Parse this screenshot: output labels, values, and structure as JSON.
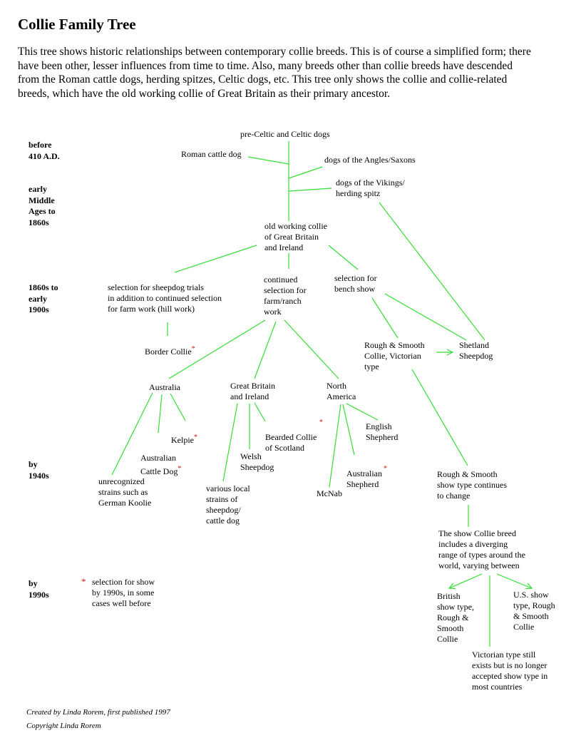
{
  "title": "Collie Family Tree",
  "intro": "This tree shows historic relationships between contemporary collie breeds. This is of course a simplified form; there have been other, lesser influences from time to time. Also, many breeds other than collie breeds have descended from the Roman cattle dogs, herding spitzes, Celtic dogs, etc. This tree only shows the collie and collie-related breeds, which have the old working collie of Great Britain as their primary ancestor.",
  "eras": {
    "before": "before\n410 A.D.",
    "middle": "early\nMiddle\nAges to\n1860s",
    "e1860": "1860s to\nearly\n1900s",
    "e1940": "by\n1940s",
    "e1990": "by\n1990s"
  },
  "nodes": {
    "celtic": "pre-Celtic and Celtic dogs",
    "roman": "Roman cattle dog",
    "angles": "dogs of the Angles/Saxons",
    "vikings": "dogs of the Vikings/\nherding spitz",
    "owc": "old working collie\nof Great Britain\nand Ireland",
    "trials": "selection for sheepdog trials\nin addition to continued selection\nfor farm work (hill work)",
    "continued": "continued\nselection for\nfarm/ranch\nwork",
    "bench": "selection for\nbench show",
    "border": "Border Collie",
    "rough": "Rough & Smooth\nCollie, Victorian\ntype",
    "sheltie": "Shetland\nSheepdog",
    "australia": "Australia",
    "gb": "Great Britain\nand Ireland",
    "na": "North\nAmerica",
    "kelpie": "Kelpie",
    "acd": "Australian\nCattle Dog",
    "koolie": "unrecognized\nstrains such as\nGerman Koolie",
    "bearded": "Bearded Collie\nof Scotland",
    "welsh": "Welsh\nSheepdog",
    "local": "various local\nstrains of\nsheepdog/\ncattle dog",
    "english": "English\nShepherd",
    "aussie": "Australian\nShepherd",
    "mcnab": "McNab",
    "change": "Rough & Smooth\nshow type continues\nto change",
    "showbreed": "The show Collie breed\nincludes a diverging\nrange of types around the\nworld, varying between",
    "british": "British\nshow type,\nRough &\nSmooth\nCollie",
    "us": "U.S. show\ntype, Rough\n& Smooth\nCollie",
    "victorian": "Victorian type still\nexists but is no longer\naccepted show type in\nmost countries"
  },
  "legend": {
    "star": "*",
    "text": "selection for show\nby 1990s, in some\ncases well before"
  },
  "footer": {
    "created": "Created by Linda Rorem, first published 1997",
    "copyright": "Copyright Linda Rorem"
  },
  "colors": {
    "lines": "#33dd33",
    "star": "#d01818"
  }
}
